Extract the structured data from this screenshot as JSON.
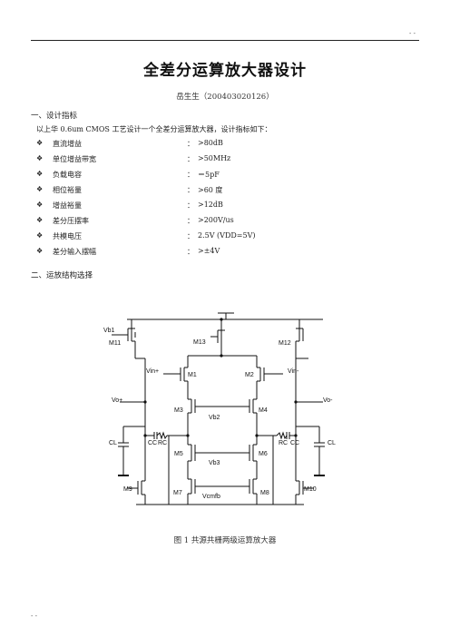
{
  "header": {
    "mark": "- -"
  },
  "title": "全差分运算放大器设计",
  "author": "岳生生（200403020126）",
  "section1": {
    "heading": "一、设计指标",
    "intro": "以上华 0.6um CMOS  工艺设计一个全差分运算放大器，设计指标如下：",
    "bullet_icon": "diamond-outline-icon",
    "specs": [
      {
        "name": "直流增益",
        "value": ">80dB"
      },
      {
        "name": "单位增益带宽",
        "value": ">50MHz"
      },
      {
        "name": "负载电容",
        "value": "＝5pF"
      },
      {
        "name": "相位裕量",
        "value": ">60 度"
      },
      {
        "name": "增益裕量",
        "value": ">12dB"
      },
      {
        "name": "差分压摆率",
        "value": ">200V/us"
      },
      {
        "name": "共模电压",
        "value": "2.5V (VDD=5V)"
      },
      {
        "name": "差分输入摆幅",
        "value": ">±4V"
      }
    ]
  },
  "section2": {
    "heading": "二、运放结构选择"
  },
  "circuit": {
    "labels": {
      "vb1": "Vb1",
      "m11": "M11",
      "m13": "M13",
      "m12": "M12",
      "vin_plus": "Vin+",
      "m1": "M1",
      "m2": "M2",
      "vin_minus": "Vin-",
      "vo_plus": "Vo+",
      "vo_minus": "Vo-",
      "m3": "M3",
      "vb2": "Vb2",
      "m4": "M4",
      "cl_left": "CL",
      "cc_left": "CC",
      "rc_left": "RC",
      "rc_right": "RC",
      "cc_right": "CC",
      "cl_right": "CL",
      "m5": "M5",
      "vb3": "Vb3",
      "m6": "M6",
      "m9": "M9",
      "m7": "M7",
      "vcmfb": "Vcmfb",
      "m8": "M8",
      "m10": "M10"
    }
  },
  "caption": "图 1  共源共栅两级运算放大器",
  "footer": {
    "mark": "- -"
  }
}
